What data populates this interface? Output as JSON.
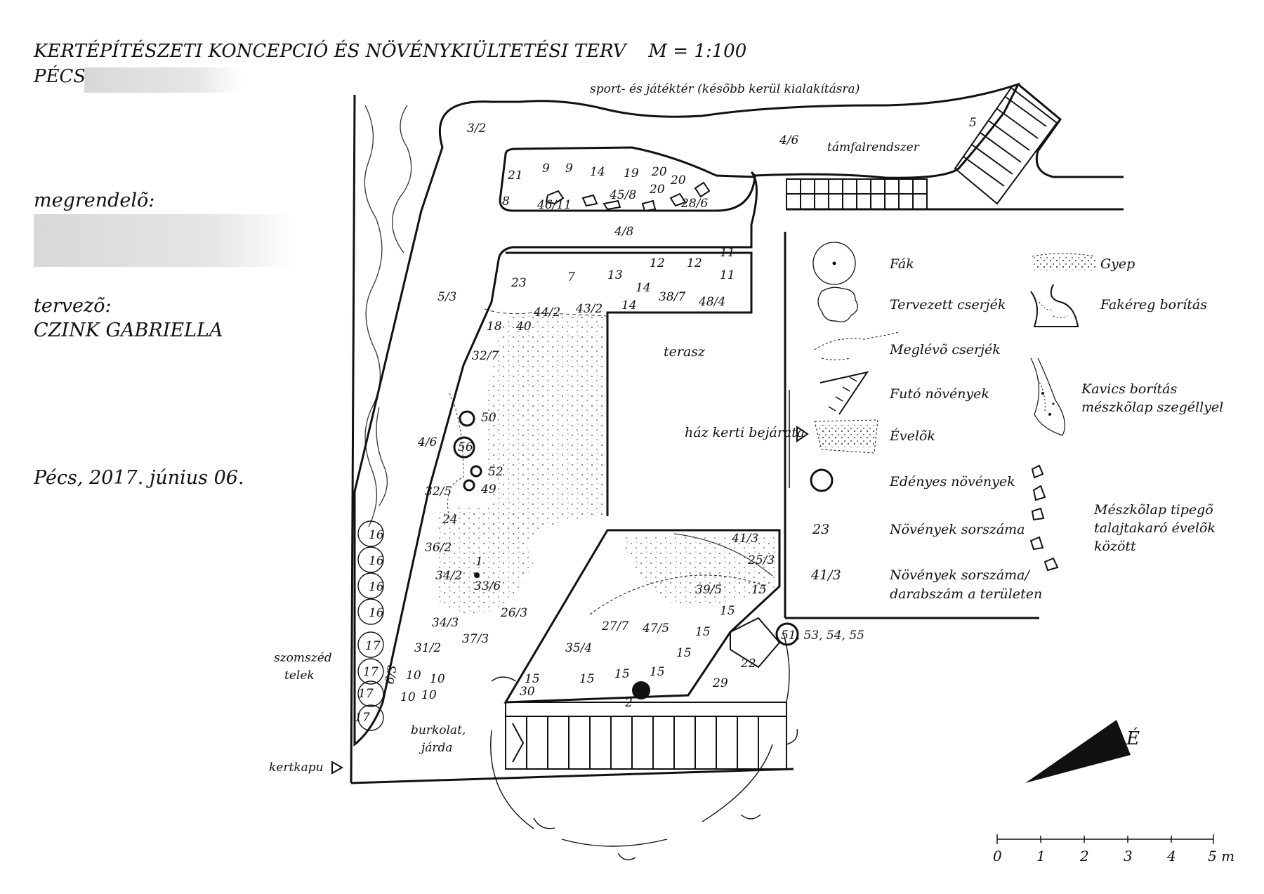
{
  "header": {
    "title": "KERTÉPÍTÉSZETI KONCEPCIÓ ÉS NÖVÉNYKIÜLTETÉSI TERV",
    "scale": "M = 1:100",
    "city": "PÉCS,",
    "client_label": "megrendelõ:",
    "designer_label": "tervezõ:",
    "designer_name": "CZINK GABRIELLA",
    "date": "Pécs, 2017. június 06."
  },
  "plan": {
    "sport_area": "sport- és játéktér (késõbb kerül kialakításra)",
    "retaining_wall": "támfalrendszer",
    "terrace": "terasz",
    "entrance": "ház kerti bejárata",
    "neighbour": [
      "szomszéd",
      "telek"
    ],
    "paving": [
      "burkolat,",
      "járda"
    ],
    "garden_gate": "kertkapu",
    "north": "É",
    "plant_labels": {
      "top_bed": [
        "3/2",
        "4/6",
        "5",
        "21",
        "9",
        "9",
        "14",
        "19",
        "20",
        "20",
        "20",
        "8",
        "46/11",
        "45/8",
        "28/6",
        "4/8"
      ],
      "mid_bed": [
        "23",
        "7",
        "13",
        "12",
        "12",
        "11",
        "11",
        "14",
        "38/7",
        "14",
        "48/4",
        "44/2",
        "43/2",
        "40",
        "18",
        "32/7"
      ],
      "left_bed": [
        "5/3",
        "4/6",
        "50",
        "56",
        "52",
        "49",
        "32/5",
        "24",
        "36/2",
        "1",
        "34/2",
        "33/6",
        "34/3",
        "37/3",
        "26/3",
        "31/2",
        "6/3",
        "10",
        "10",
        "10",
        "10"
      ],
      "neighbour_row": [
        "16",
        "16",
        "16",
        "16",
        "17",
        "17",
        "17",
        "17"
      ],
      "south_bed": [
        "41/3",
        "25/3",
        "39/5",
        "15",
        "15",
        "27/7",
        "47/5",
        "15",
        "35/4",
        "15",
        "15",
        "15",
        "15",
        "15",
        "30",
        "2",
        "29",
        "22",
        "51, 53, 54, 55"
      ]
    }
  },
  "legend": {
    "left": [
      {
        "icon": "tree-icon",
        "label": "Fák"
      },
      {
        "icon": "planned-shrub-icon",
        "label": "Tervezett cserjék"
      },
      {
        "icon": "existing-shrub-icon",
        "label": "Meglévõ cserjék"
      },
      {
        "icon": "climber-icon",
        "label": "Futó növények"
      },
      {
        "icon": "perennial-icon",
        "label": "Évelõk"
      },
      {
        "icon": "container-plant-icon",
        "label": "Edényes növények"
      },
      {
        "icon": "plant-number-icon",
        "sample": "23",
        "label": "Növények sorszáma"
      },
      {
        "icon": "plant-number-count-icon",
        "sample": "41/3",
        "label": "Növények sorszáma/",
        "label2": "darabszám a területen"
      }
    ],
    "right": [
      {
        "icon": "lawn-icon",
        "label": "Gyep"
      },
      {
        "icon": "bark-mulch-icon",
        "label": "Fakéreg borítás"
      },
      {
        "icon": "gravel-icon",
        "label": "Kavics borítás",
        "label2": "mészkõlap szegéllyel"
      },
      {
        "icon": "stepping-stone-icon",
        "label": "Mészkõlap tipegõ",
        "label2": "talajtakaró évelõk",
        "label3": "között"
      }
    ]
  },
  "scalebar": {
    "ticks": [
      "0",
      "1",
      "2",
      "3",
      "4",
      "5 m"
    ]
  }
}
